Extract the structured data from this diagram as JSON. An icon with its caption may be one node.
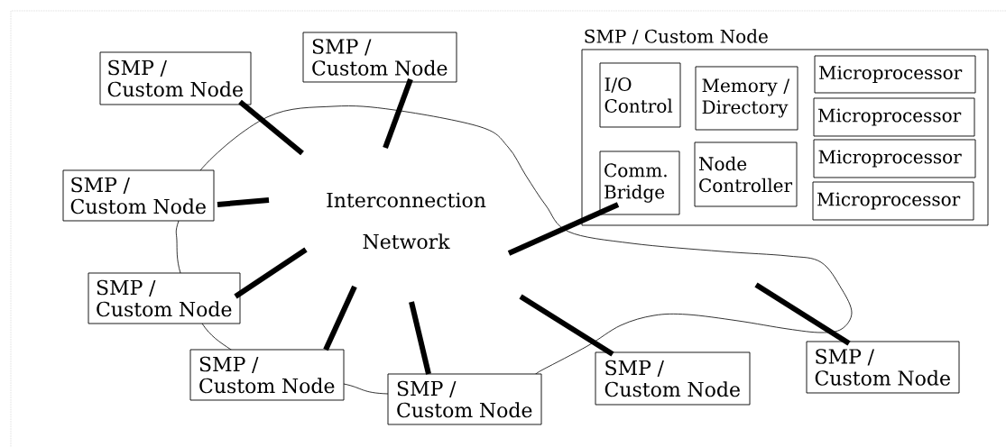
{
  "diagram": {
    "nodes": [
      {
        "text": [
          "SMP / Custom Node"
        ]
      },
      {
        "text": [
          "SMP / Custom Node"
        ]
      },
      {
        "text": [
          "SMP / Custom Node"
        ]
      },
      {
        "text": [
          "I/O Control"
        ],
        "in": 2
      },
      {
        "text": [
          "Memory / Directory"
        ],
        "in": 2
      },
      {
        "text": [
          "Microprocessor"
        ],
        "in": 2
      },
      {
        "text": [
          "Microprocessor"
        ],
        "in": 2
      },
      {
        "text": [
          "Comm. Bridge"
        ],
        "in": 2
      },
      {
        "text": [
          "Node Controller"
        ],
        "in": 2
      },
      {
        "text": [
          "Microprocessor"
        ],
        "in": 2
      },
      {
        "text": [
          "Microprocessor"
        ],
        "in": 2
      },
      {
        "text": [
          "Interconnection Network"
        ]
      },
      {
        "text": [
          "SMP / Custom Node"
        ]
      },
      {
        "text": [
          "SMP / Custom Node"
        ]
      },
      {
        "text": [
          "SMP / Custom Node"
        ]
      },
      {
        "text": [
          "SMP / Custom Node"
        ]
      },
      {
        "text": [
          "SMP / Custom Node"
        ]
      },
      {
        "text": [
          "SMP / Custom Node"
        ]
      }
    ],
    "edges": [
      {
        "from": 11,
        "to": 0,
        "arrow": "none"
      },
      {
        "from": 11,
        "to": 1,
        "arrow": "none"
      },
      {
        "from": 11,
        "to": 7,
        "arrow": "none"
      },
      {
        "from": 11,
        "to": 12,
        "arrow": "none"
      },
      {
        "from": 11,
        "to": 13,
        "arrow": "none"
      },
      {
        "from": 11,
        "to": 14,
        "arrow": "none"
      },
      {
        "from": 11,
        "to": 15,
        "arrow": "none"
      },
      {
        "from": 11,
        "to": 16,
        "arrow": "none"
      },
      {
        "from": 11,
        "to": 17,
        "arrow": "none"
      }
    ]
  }
}
